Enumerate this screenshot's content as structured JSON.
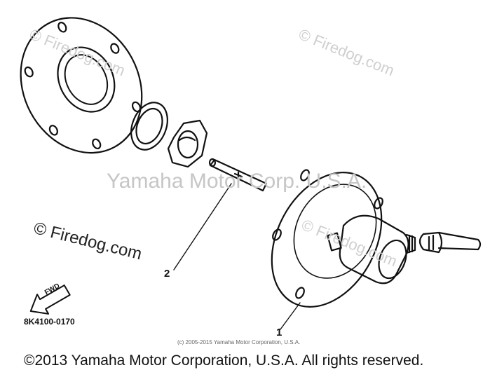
{
  "watermarks": {
    "top_left": "© Firedog.com",
    "top_right": "© Firedog.com",
    "middle": "Yamaha Motor Corp. U.S.A.",
    "left": "© Firedog.com",
    "right": "© Firedog.com"
  },
  "callouts": {
    "part_2": "2",
    "part_1": "1"
  },
  "fwd_arrow_text": "FWD",
  "diagram_code": "8K4100-0170",
  "small_copyright": "(c) 2005-2015 Yamaha Motor Corporation, U.S.A.",
  "copyright": "©2013 Yamaha Motor Corporation, U.S.A. All rights reserved."
}
